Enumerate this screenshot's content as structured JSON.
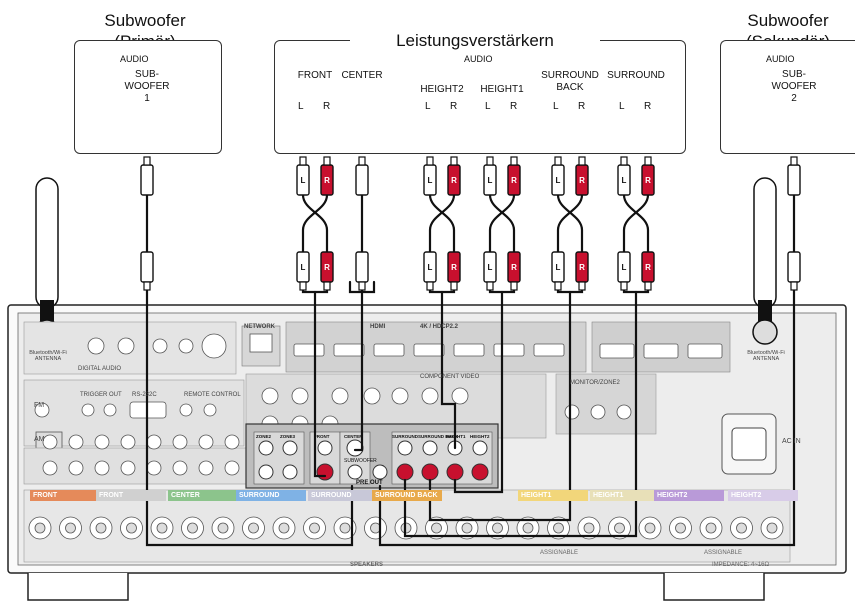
{
  "subwoofer_primary": {
    "title_line1": "Subwoofer",
    "title_line2": "(Primär)",
    "audio": "AUDIO",
    "label_line1": "SUB-",
    "label_line2": "WOOFER",
    "label_line3": "1"
  },
  "subwoofer_secondary": {
    "title_line1": "Subwoofer",
    "title_line2": "(Sekundär)",
    "audio": "AUDIO",
    "label_line1": "SUB-",
    "label_line2": "WOOFER",
    "label_line3": "2"
  },
  "amplifier": {
    "title": "Leistungsverstärkern",
    "audio": "AUDIO",
    "channels": [
      {
        "line1": "FRONT",
        "line2": ""
      },
      {
        "line1": "CENTER",
        "line2": ""
      },
      {
        "line1": "HEIGHT2",
        "line2": ""
      },
      {
        "line1": "HEIGHT1",
        "line2": ""
      },
      {
        "line1": "SURROUND",
        "line2": "BACK"
      },
      {
        "line1": "SURROUND",
        "line2": ""
      }
    ],
    "left_label": "L",
    "right_label": "R"
  },
  "receiver": {
    "antenna_left": "Bluetooth/Wi-Fi ANTENNA",
    "antenna_right": "Bluetooth/Wi-Fi ANTENNA",
    "network": "NETWORK",
    "digital_audio": "DIGITAL AUDIO",
    "hdmi": "HDMI",
    "hdmi_spec": "4K / HDCP2.2",
    "trigger_out": "TRIGGER OUT",
    "rs232c": "RS-232C",
    "remote_control": "REMOTE CONTROL",
    "monitor_zone": "MONITOR/ZONE2",
    "component_video": "COMPONENT VIDEO",
    "fm": "FM",
    "am": "AM",
    "ac_in": "AC IN",
    "pre_out": "PRE OUT",
    "pre_out_labels": [
      "ZONE2",
      "ZONE3",
      "FRONT",
      "CENTER",
      "SURROUND",
      "SURROUND BACK",
      "HEIGHT1",
      "HEIGHT2"
    ],
    "subwoofer_label": "SUBWOOFER",
    "speakers": "SPEAKERS",
    "speaker_sections": [
      {
        "label": "FRONT",
        "color": "#e58a5a"
      },
      {
        "label": "FRONT",
        "color": "#d0d0d0"
      },
      {
        "label": "CENTER",
        "color": "#8cc48c"
      },
      {
        "label": "SURROUND",
        "color": "#7fb2e5"
      },
      {
        "label": "SURROUND",
        "color": "#c8c8d8"
      },
      {
        "label": "SURROUND BACK",
        "color": "#e8a94a"
      },
      {
        "label": "HEIGHT1",
        "color": "#f2d67a"
      },
      {
        "label": "HEIGHT1",
        "color": "#e8e0b8"
      },
      {
        "label": "HEIGHT2",
        "color": "#b99ad8"
      },
      {
        "label": "HEIGHT2",
        "color": "#d8cce8"
      }
    ],
    "impedance": "IMPEDANCE: 4~16Ω",
    "assignable": "ASSIGNABLE"
  },
  "colors": {
    "red_plug": "#c8102e",
    "cable": "#111111",
    "panel": "#ececec",
    "panel_dark": "#cfcfcf"
  }
}
